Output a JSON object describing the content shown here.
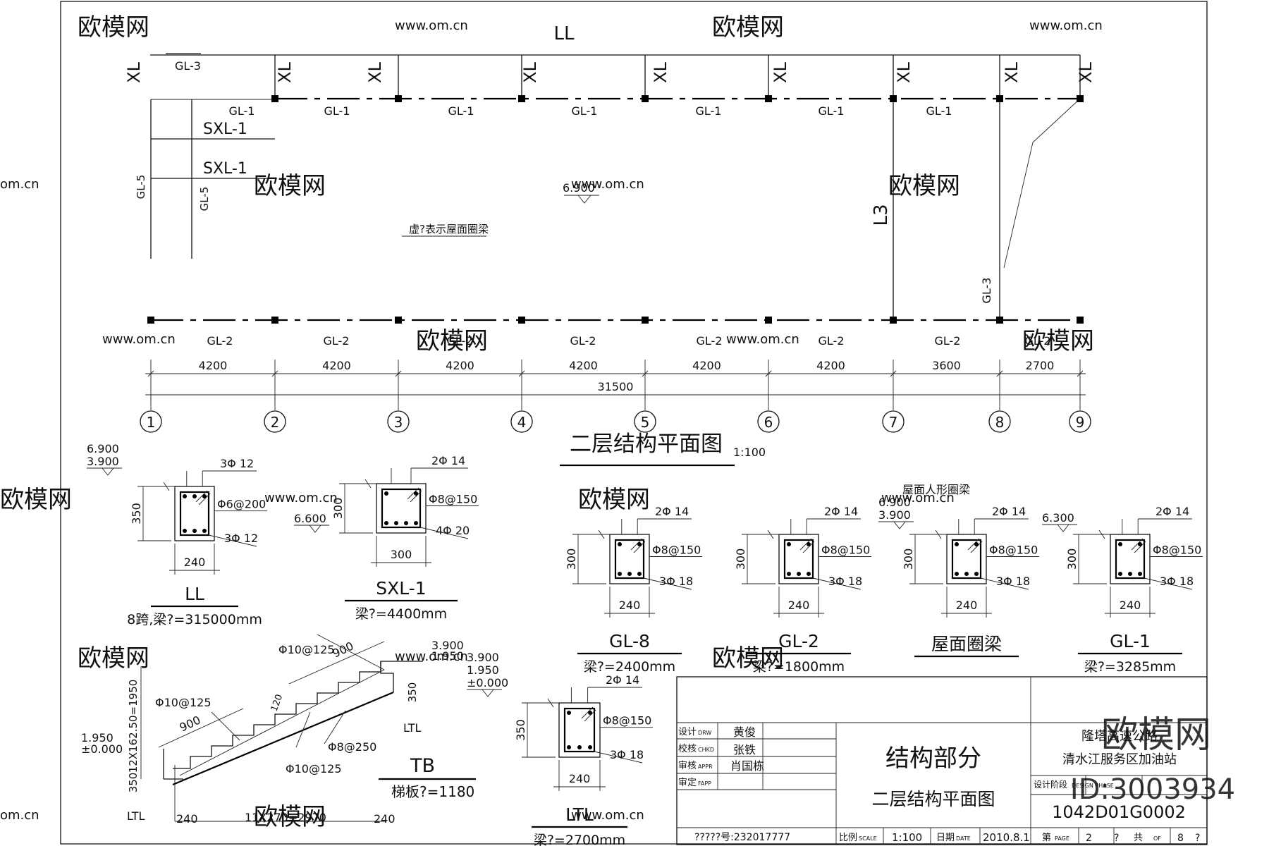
{
  "watermark": {
    "brand": "欧模网",
    "site": "www.om.cn",
    "site_short": "om.cn"
  },
  "plan": {
    "title": "二层结构平面图",
    "scale": "1:100",
    "top_beam": "LL",
    "beam_gl1": "GL-1",
    "beam_gl2": "GL-2",
    "beam_gl3": "GL-3",
    "beam_gl5": "GL-5",
    "beam_sxl1": "SXL-1",
    "beam_l3": "L3",
    "col_xl": "XL",
    "elev": "6.900",
    "note": "虚?表示屋面圈梁",
    "spans": [
      "4200",
      "4200",
      "4200",
      "4200",
      "4200",
      "4200",
      "3600",
      "2700"
    ],
    "total": "31500",
    "axes": [
      "1",
      "2",
      "3",
      "4",
      "5",
      "6",
      "7",
      "8",
      "9"
    ]
  },
  "sections": {
    "ll": {
      "name": "LL",
      "e1": "6.900",
      "e2": "3.900",
      "top": "3Φ 12",
      "stir": "Φ6@200",
      "bot": "3Φ 12",
      "h": "350",
      "w": "240",
      "len": "8跨,梁?=315000mm"
    },
    "sxl": {
      "name": "SXL-1",
      "e": "6.600",
      "top": "2Φ 14",
      "stir": "Φ8@150",
      "bot": "4Φ 20",
      "h": "300",
      "w": "300",
      "len": "梁?=4400mm"
    },
    "gl8": {
      "name": "GL-8",
      "top": "2Φ 14",
      "stir": "Φ8@150",
      "bot": "3Φ 18",
      "h": "300",
      "w": "240",
      "len": "梁?=2400mm"
    },
    "gl2": {
      "name": "GL-2",
      "top": "2Φ 14",
      "stir": "Φ8@150",
      "bot": "3Φ 18",
      "h": "300",
      "w": "240",
      "len": "梁?=1800mm"
    },
    "roof": {
      "name": "屋面圈梁",
      "head": "屋面人形圈梁",
      "e1": "6.900",
      "e2": "3.900",
      "top": "2Φ 14",
      "stir": "Φ8@150",
      "bot": "3Φ 18",
      "h": "300",
      "w": "240"
    },
    "gl1": {
      "name": "GL-1",
      "e": "6.300",
      "top": "2Φ 14",
      "stir": "Φ8@150",
      "bot": "3Φ 18",
      "h": "300",
      "w": "240",
      "len": "梁?=3285mm"
    },
    "ltl": {
      "name": "LTL",
      "e1": "3.900",
      "e2": "1.950",
      "e3": "±0.000",
      "top": "2Φ 14",
      "stir": "Φ8@150",
      "bot": "3Φ 18",
      "h": "350",
      "w": "240",
      "len": "梁?=2700mm"
    }
  },
  "stair": {
    "name": "TB",
    "len": "梯板?=1180",
    "r1": "Φ10@125",
    "r2": "Φ10@125",
    "r3": "Φ8@250",
    "r4": "Φ10@125",
    "d900a": "900",
    "d900b": "900",
    "vert": "12X162.50=1950",
    "horiz": "11X270=2970",
    "e_top1": "3.900",
    "e_top2": "1.950",
    "e_bot1": "1.950",
    "e_bot2": "±0.000",
    "h350": "350",
    "h350b": "350",
    "w240a": "240",
    "w240b": "240",
    "ltl": "LTL",
    "d120": "120"
  },
  "title_block": {
    "main": "结构部分",
    "sub": "二层结构平面图",
    "r_design": "设计",
    "r_design_en": "DRW",
    "design_sig": "黄俊",
    "r_check": "校核",
    "r_check_en": "CHKD",
    "check_sig": "张铁",
    "r_review": "审核",
    "r_review_en": "APPR",
    "review_sig": "肖国栋",
    "r_approve": "审定",
    "r_approve_en": "FAPP",
    "project1": "隆塔高速公路",
    "project2": "清水江服务区加油站",
    "phase": "设计阶段",
    "phase_en": "DESIGN PHASE",
    "drawing_no": "1042D01G0002",
    "cert": "?????号:232017777",
    "scale_label": "比例",
    "scale_en": "SCALE",
    "scale_val": "1:100",
    "date_label": "日期",
    "date_en": "DATE",
    "date_val": "2010.8.1",
    "page_label": "第",
    "page_en": "PAGE",
    "page_val": "2",
    "page_mark": "?",
    "of_label": "共",
    "of_en": "OF",
    "of_val": "8",
    "of_mark": "?"
  },
  "stamp": {
    "logo": "欧模网",
    "id": "ID:3003934"
  }
}
